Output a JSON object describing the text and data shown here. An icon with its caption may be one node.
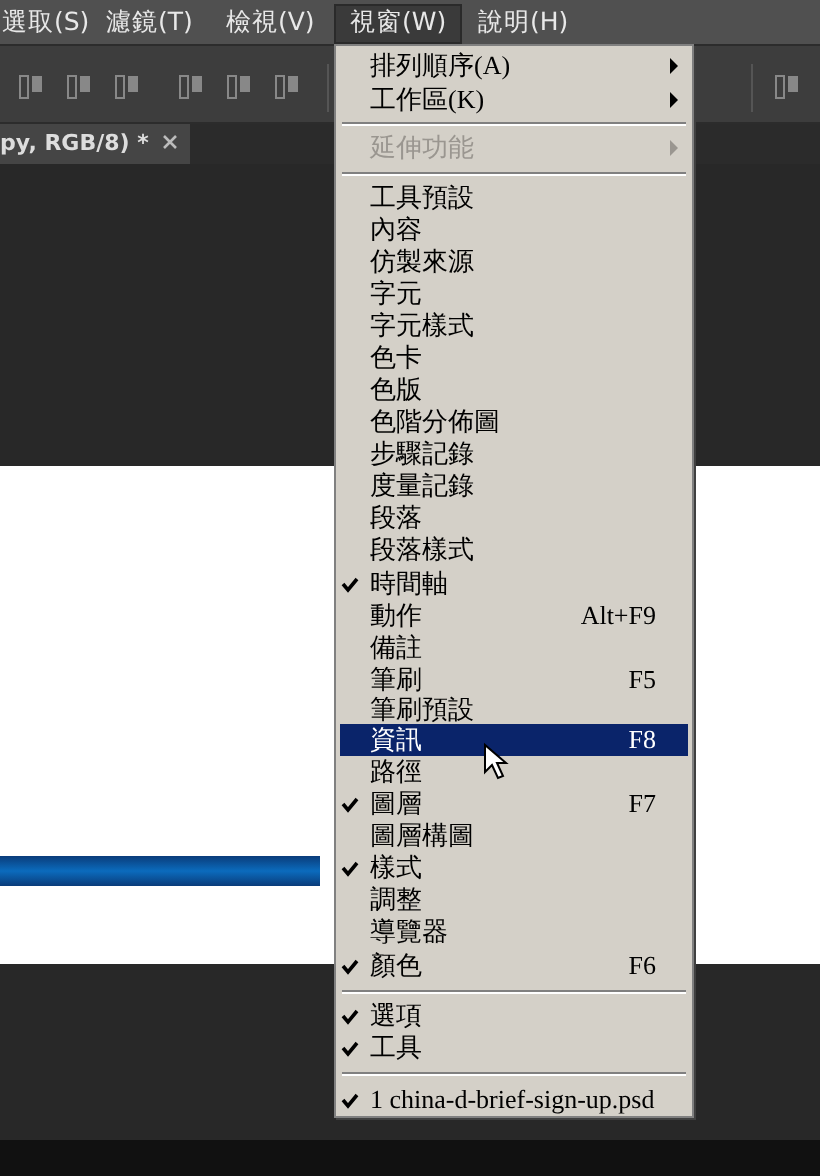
{
  "diagram": {
    "labels": [
      "選取(S)",
      "濾鏡(T)",
      "檢視(V)",
      "視窗(W)",
      "說明(H)",
      "py, RGB/8) *",
      "排列順序(A)",
      "工作區(K)",
      "延伸功能",
      "工具預設",
      "內容",
      "仿製來源",
      "字元",
      "字元樣式",
      "色卡",
      "色版",
      "色階分佈圖",
      "步驟記錄",
      "度量記錄",
      "段落",
      "段落樣式",
      "時間軸",
      "動作",
      "Alt+F9",
      "備註",
      "筆刷",
      "F5",
      "筆刷預設",
      "資訊",
      "F8",
      "路徑",
      "圖層",
      "F7",
      "圖層構圖",
      "樣式",
      "調整",
      "導覽器",
      "顏色",
      "F6",
      "選項",
      "工具",
      "1 china-d-brief-sign-up.psd"
    ]
  }
}
